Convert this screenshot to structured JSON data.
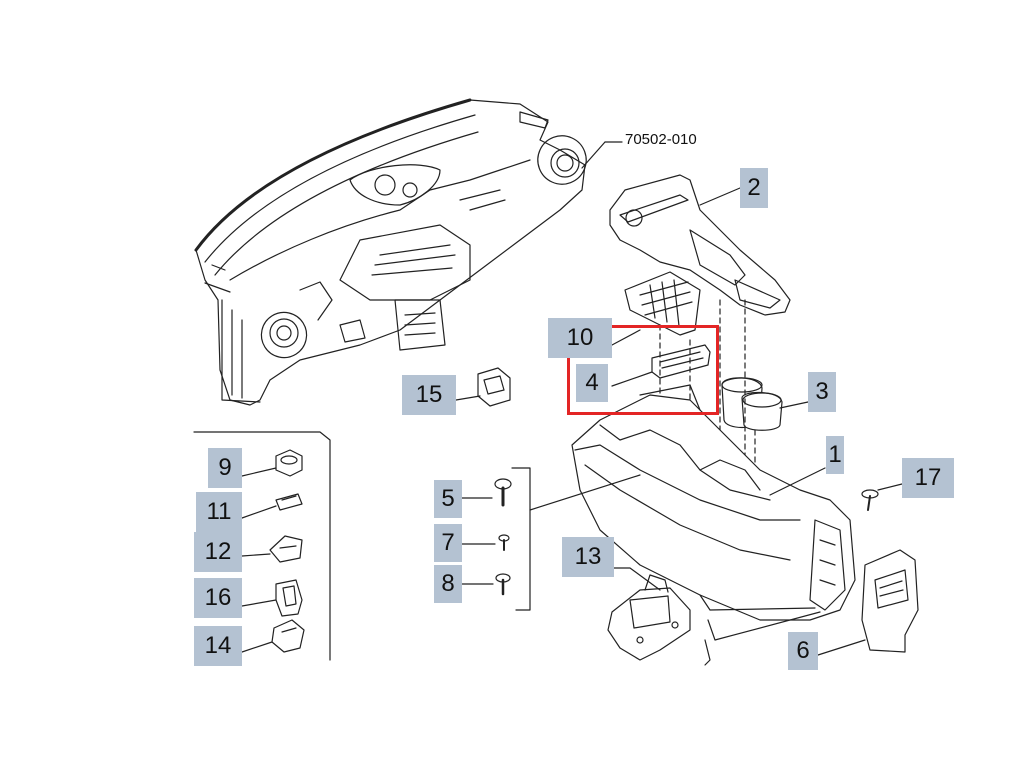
{
  "diagram": {
    "reference_code": "70502-010",
    "callouts": {
      "c1": "1",
      "c2": "2",
      "c3": "3",
      "c4": "4",
      "c5": "5",
      "c6": "6",
      "c7": "7",
      "c8": "8",
      "c9": "9",
      "c10": "10",
      "c11": "11",
      "c12": "12",
      "c13": "13",
      "c14": "14",
      "c15": "15",
      "c16": "16",
      "c17": "17"
    },
    "callout_color": "#b4c2d2",
    "highlight_color": "#e32525"
  }
}
